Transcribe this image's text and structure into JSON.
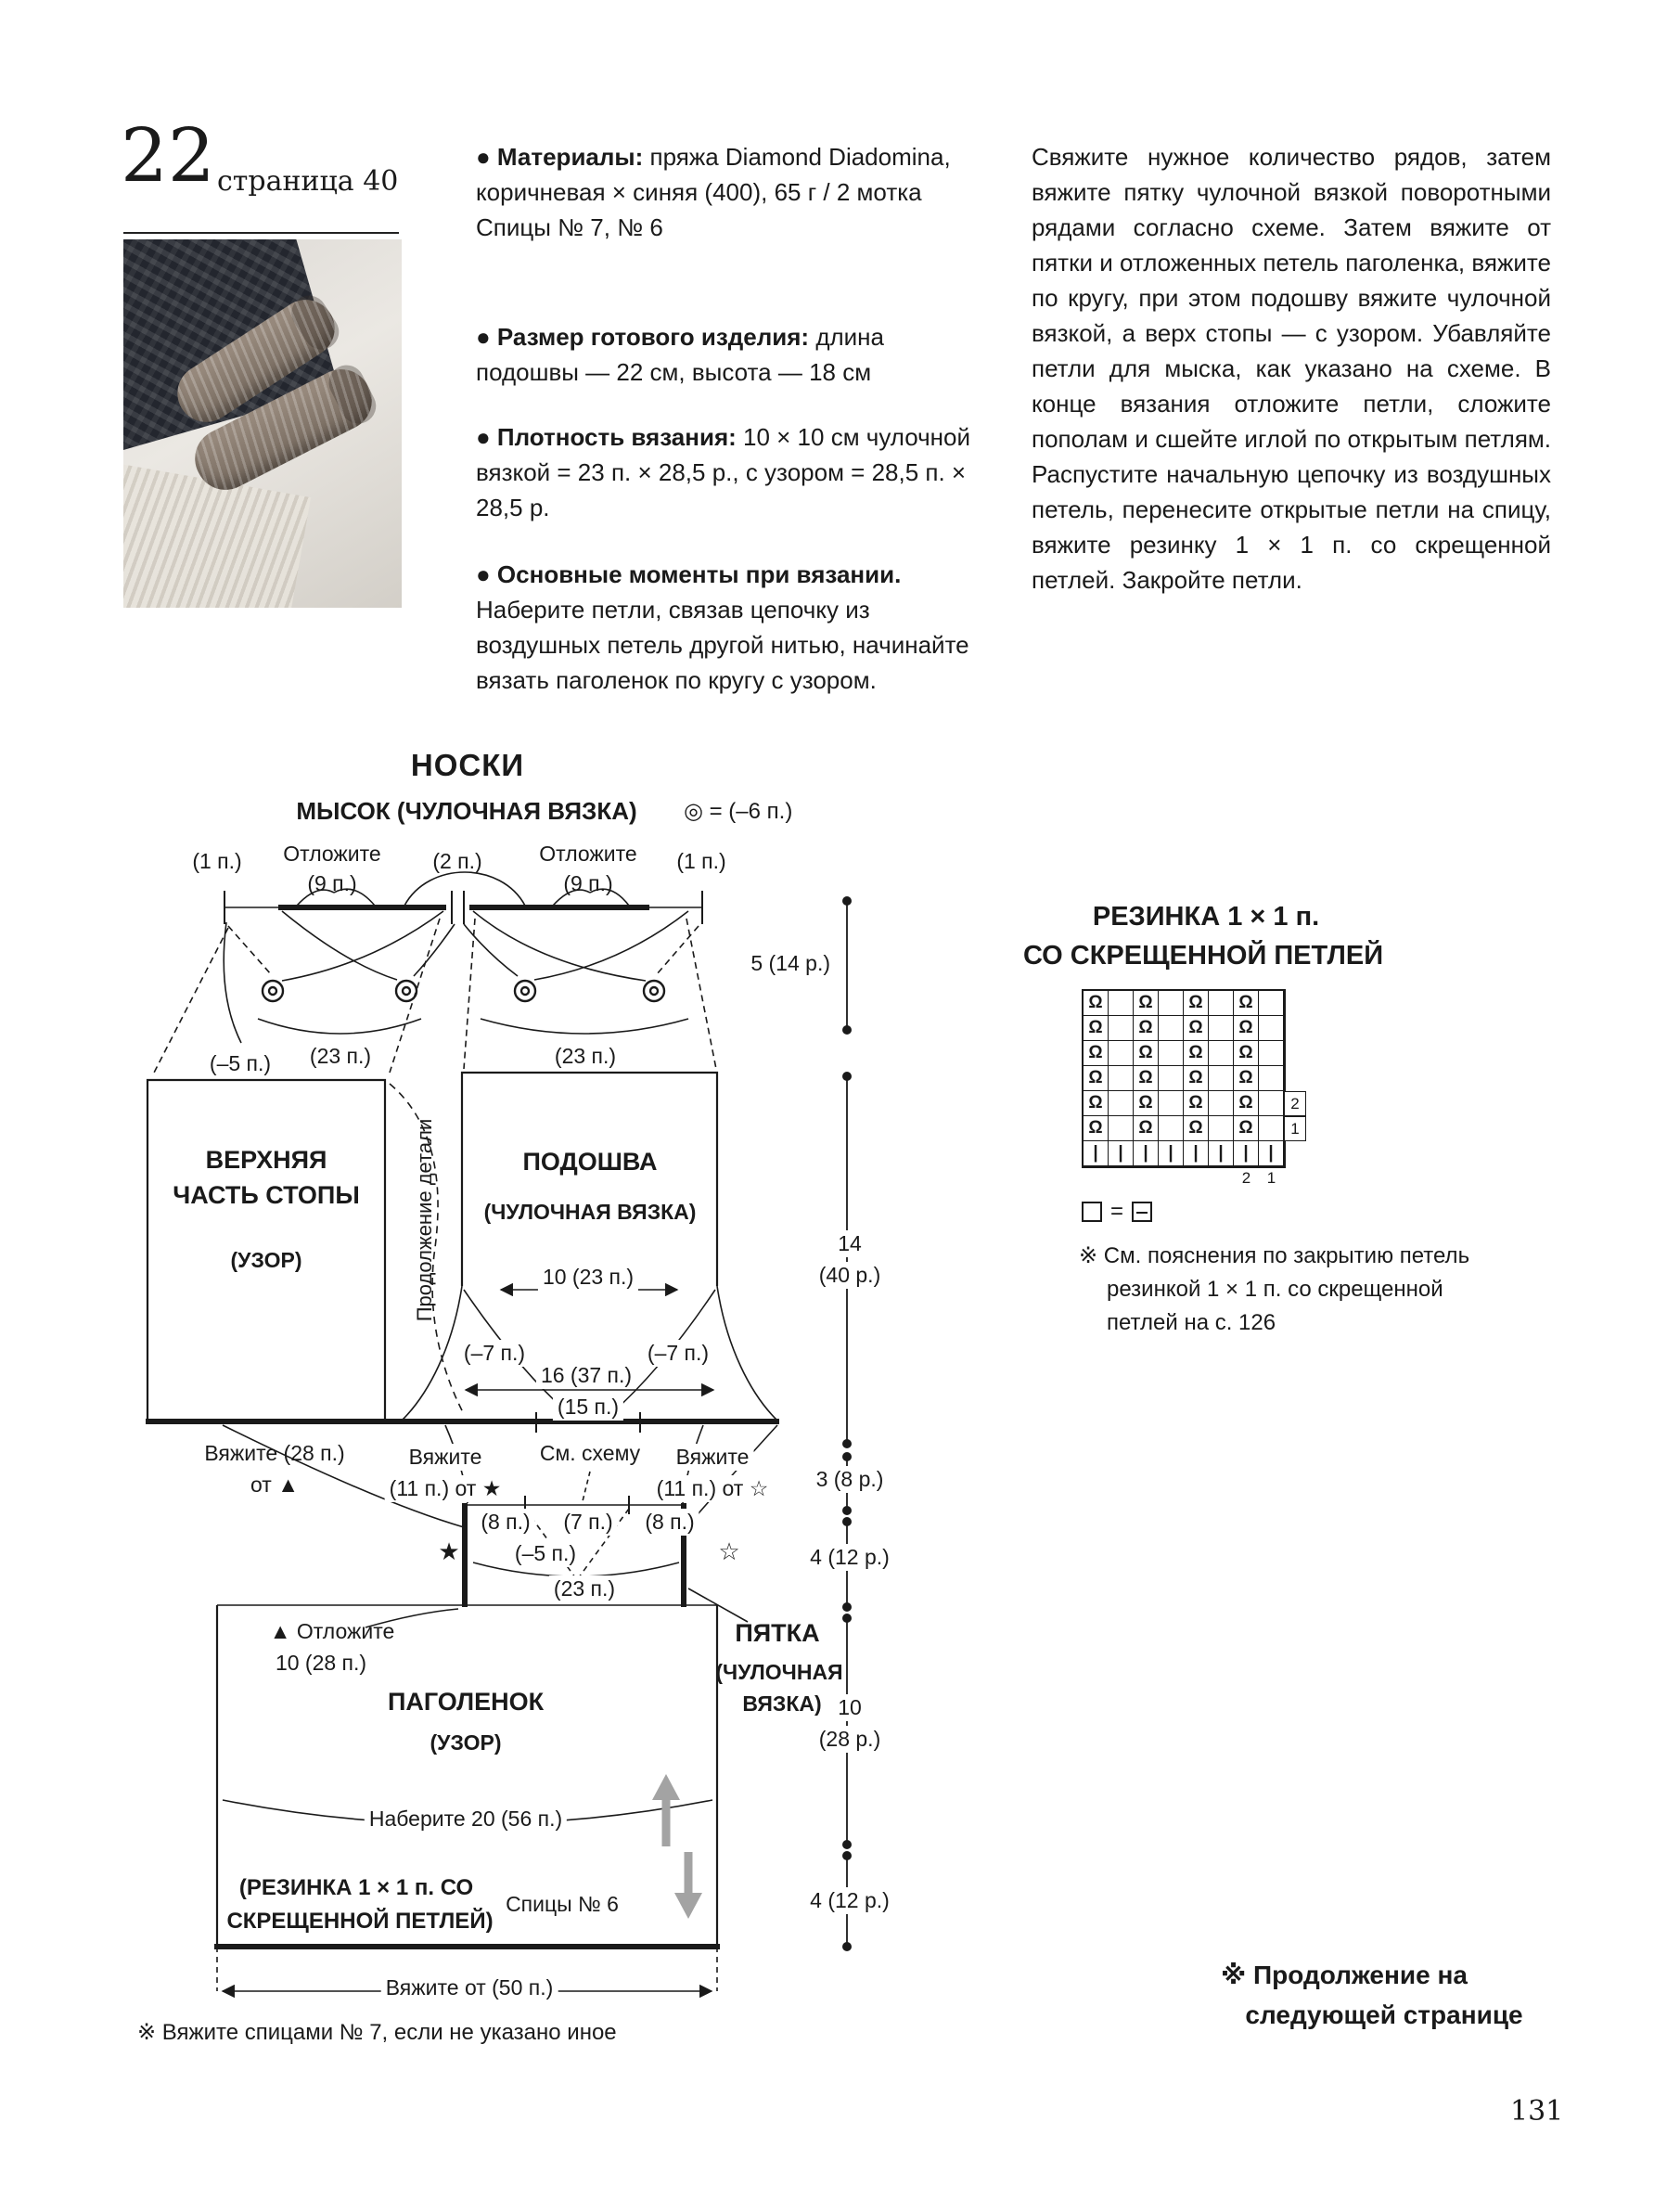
{
  "colors": {
    "ink": "#1a1a1a",
    "gray_arrow": "#a3a3a3"
  },
  "header": {
    "issue": "22",
    "page_ref": "страница 40"
  },
  "info": {
    "materials_label": "● Материалы:",
    "materials_text": " пряжа Diamond Diadomina, коричневая × синяя (400), 65 г / 2 мотка",
    "materials_line2": "Спицы № 7, № 6",
    "size_label": "● Размер готового изделия:",
    "size_text": " длина подошвы — 22 см, высота — 18 см",
    "gauge_label": "● Плотность вязания:",
    "gauge_text": " 10 × 10 см чулочной вязкой = 23 п. × 28,5 р., с узором = 28,5 п. × 28,5 р.",
    "notes_label": "● Основные моменты при вязании.",
    "notes_text": " Наберите петли, связав цепочку из воздушных петель другой нитью, начинайте вязать паголенок по кругу с узором."
  },
  "instructions": "Свяжите нужное количество рядов, затем вяжите пятку чулочной вязкой поворотными рядами согласно схеме. Затем вяжите от пятки и отложенных петель паголенка, вяжите по кругу, при этом подошву вяжите чулочной вязкой, а верх стопы — с узором. Убавляйте петли для мыска, как указано на схеме. В конце вязания отложите петли, сложите пополам и сшейте иглой по открытым петлям. Распустите начальную цепочку из воздушных петель, перенесите открытые петли на спицу, вяжите резинку 1 × 1 п. со скрещенной петлей. Закройте петли.",
  "diagram": {
    "title": "НОСКИ",
    "toe_heading": "МЫСОК (ЧУЛОЧНАЯ ВЯЗКА)",
    "toe_symbol_legend": "◎ = (–6 п.)",
    "labels": {
      "one_st": "(1 п.)",
      "set_aside": "Отложите",
      "nine_st": "(9 п.)",
      "two_st": "(2 п.)",
      "minus5": "(–5 п.)",
      "st23": "(23 п.)",
      "dim_5_14": "5 (14 р.)",
      "upper1": "ВЕРХНЯЯ",
      "upper2": "ЧАСТЬ СТОПЫ",
      "uzor": "(УЗОР)",
      "continuation": "Продолжение детали",
      "sole": "ПОДОШВА",
      "stockinette": "(ЧУЛОЧНАЯ ВЯЗКА)",
      "dim_10_23": "10 (23 п.)",
      "minus7": "(–7 п.)",
      "dim_16_37": "16 (37 п.)",
      "st15": "(15 п.)",
      "dim_14": "14",
      "dim_40r": "(40 р.)",
      "knit28": "Вяжите (28 п.)",
      "from_tri": "от ▲",
      "knit_word": "Вяжите",
      "from_star": "(11 п.) от ★",
      "see_chart": "См. схему",
      "from_star_open": "(11 п.) от ☆",
      "st8": "(8 п.)",
      "st7": "(7 п.)",
      "star": "★",
      "star_open": "☆",
      "dim_3_8": "3 (8 р.)",
      "dim_4_12": "4 (12 р.)",
      "set_aside_tri": "▲ Отложите",
      "st10_28": "10 (28 п.)",
      "heel": "ПЯТКА",
      "heel_sub1": "(ЧУЛОЧНАЯ",
      "heel_sub2": "ВЯЗКА)",
      "cuff": "ПАГОЛЕНОК",
      "dim_10": "10",
      "dim_28r": "(28 р.)",
      "cast_on": "Наберите 20 (56 п.)",
      "rib_note1": "(РЕЗИНКА 1 × 1 п. СО",
      "rib_note2": "СКРЕЩЕННОЙ ПЕТЛЕЙ)",
      "needles6": "Спицы № 6",
      "knit_from_50": "Вяжите от (50 п.)",
      "footnote": "※ Вяжите спицами № 7, если не указано иное"
    }
  },
  "rib_chart": {
    "title1": "РЕЗИНКА 1 × 1 п.",
    "title2": "СО СКРЕЩЕННОЙ ПЕТЛЕЙ",
    "grid": {
      "rows": [
        [
          "Ω",
          "",
          "Ω",
          "",
          "Ω",
          "",
          "Ω",
          ""
        ],
        [
          "Ω",
          "",
          "Ω",
          "",
          "Ω",
          "",
          "Ω",
          ""
        ],
        [
          "Ω",
          "",
          "Ω",
          "",
          "Ω",
          "",
          "Ω",
          ""
        ],
        [
          "Ω",
          "",
          "Ω",
          "",
          "Ω",
          "",
          "Ω",
          ""
        ],
        [
          "Ω",
          "",
          "Ω",
          "",
          "Ω",
          "",
          "Ω",
          ""
        ],
        [
          "Ω",
          "",
          "Ω",
          "",
          "Ω",
          "",
          "Ω",
          ""
        ],
        [
          "|",
          "|",
          "|",
          "|",
          "|",
          "|",
          "|",
          "|"
        ]
      ],
      "right_numbers": [
        "2",
        "1"
      ],
      "bottom_numbers": [
        "2",
        "1"
      ]
    },
    "legend_equals": "=",
    "note": "※ См. пояснения по закрытию петель резинкой 1 × 1 п. со скрещенной петлей на с. 126"
  },
  "footer": {
    "continuation1": "※ Продолжение на",
    "continuation2": "следующей странице",
    "page_number": "131"
  }
}
